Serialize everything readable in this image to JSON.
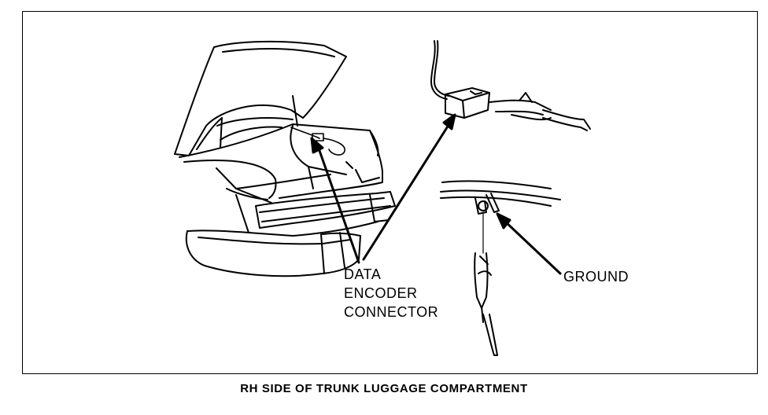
{
  "labels": {
    "data_line1": "DATA",
    "data_line2": "ENCODER",
    "data_line3": "CONNECTOR",
    "ground": "GROUND"
  },
  "caption": "RH SIDE OF TRUNK LUGGAGE COMPARTMENT",
  "colors": {
    "ink": "#000000",
    "paper": "#ffffff"
  }
}
